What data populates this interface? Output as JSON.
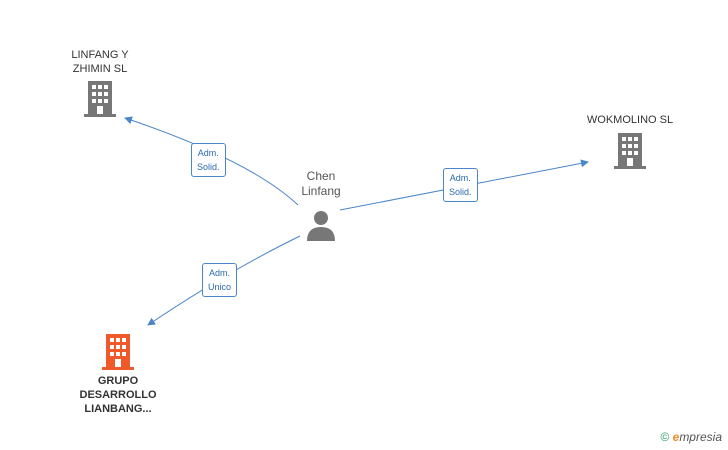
{
  "nodes": {
    "person": {
      "label": "Chen\nLinfang",
      "icon": "person-icon"
    },
    "linfang": {
      "label": "LINFANG Y\nZHIMIN  SL",
      "icon": "building-icon",
      "color": "#777777"
    },
    "wokmolino": {
      "label": "WOKMOLINO SL",
      "icon": "building-icon",
      "color": "#777777"
    },
    "grupo": {
      "label": "GRUPO\nDESARROLLO\nLIANBANG...",
      "icon": "building-icon",
      "color": "#f0592a"
    }
  },
  "edges": {
    "to_linfang": "Adm.\nSolid.",
    "to_wokmolino": "Adm.\nSolid.",
    "to_grupo": "Adm.\nUnico"
  },
  "footer": {
    "copyright": "©",
    "brand_e": "e",
    "brand_rest": "mpresia"
  },
  "colors": {
    "edge": "#4a86c8",
    "person": "#777777",
    "building": "#777777",
    "highlight": "#f0592a"
  }
}
